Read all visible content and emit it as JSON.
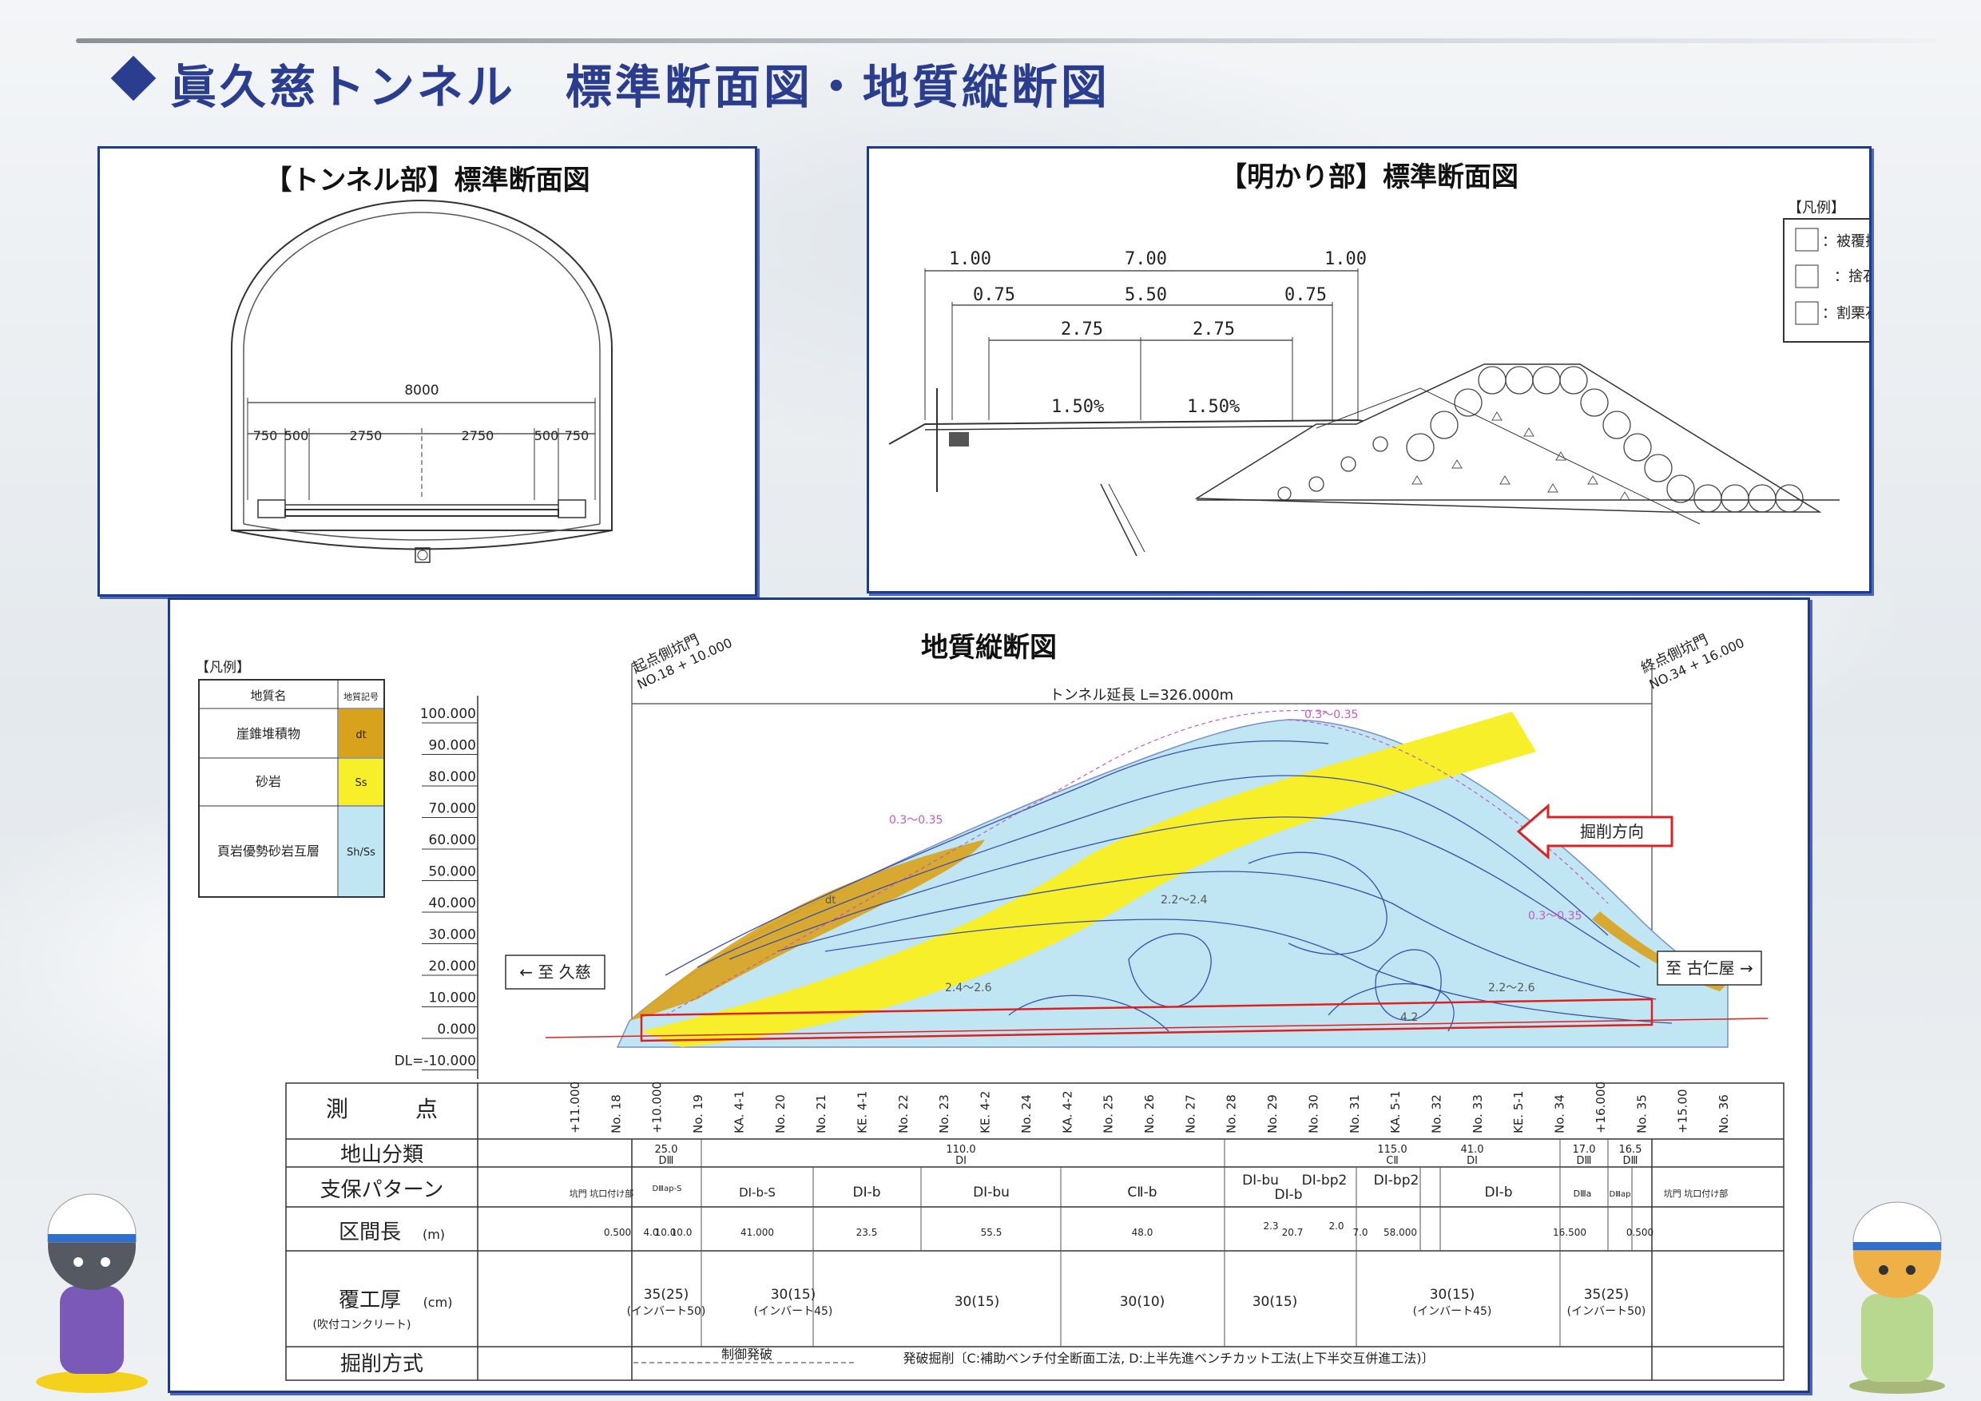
{
  "page_title": "眞久慈トンネル　標準断面図・地質縦断図",
  "tunnel_section": {
    "title": "【トンネル部】標準断面図",
    "width_total": "8000",
    "dims": [
      "750",
      "500",
      "2750",
      "2750",
      "500",
      "750"
    ]
  },
  "open_section": {
    "title": "【明かり部】標準断面図",
    "dims_row1": [
      "1.00",
      "7.00",
      "1.00"
    ],
    "dims_row2": [
      "0.75",
      "5.50",
      "0.75"
    ],
    "dims_row3": [
      "2.75",
      "2.75"
    ],
    "slopes": [
      "1.50%",
      "1.50%"
    ],
    "legend_title": "【凡例】",
    "legend": [
      "：被覆捨石",
      "：捨石",
      "：割栗石"
    ]
  },
  "geology": {
    "title": "地質縦断図",
    "legend_title": "【凡例】",
    "legend_headers": [
      "地質名",
      "地質記号"
    ],
    "legend_rows": [
      {
        "name": "崖錐堆積物",
        "symbol": "dt",
        "color": "#d9a21c"
      },
      {
        "name": "砂岩",
        "symbol": "Ss",
        "color": "#f7ef2a"
      },
      {
        "name": "頁岩優勢砂岩互層",
        "symbol": "Sh/Ss",
        "color": "#bfe6f2"
      }
    ],
    "y_ticks": [
      "100.000",
      "90.000",
      "80.000",
      "70.000",
      "60.000",
      "50.000",
      "40.000",
      "30.000",
      "20.000",
      "10.000",
      "0.000",
      "DL=-10.000"
    ],
    "start_portal": "起点側坑門",
    "start_station": "NO.18 + 10.000",
    "end_portal": "終点側坑門",
    "end_station": "NO.34 + 16.000",
    "tunnel_length": "トンネル延長 L=326.000m",
    "direction": "掘削方向",
    "to_left": "← 至 久慈",
    "to_right": "至 古仁屋 →",
    "layer_labels": [
      "dt",
      "0.3〜0.35",
      "0.3〜0.35",
      "0.3〜0.35",
      "2.2〜2.4",
      "2.4〜2.6",
      "2.2〜2.6",
      "4.2"
    ],
    "table": {
      "row_labels": [
        "測　　　点",
        "地山分類",
        "支保パターン",
        "区間長",
        "覆工厚",
        "掘削方式"
      ],
      "unit_m": "(m)",
      "unit_cm": "(cm)",
      "sub_label": "(吹付コンクリート)",
      "stations": [
        "+11.000",
        "No. 18",
        "+10.000",
        "No. 19",
        "KA. 4-1",
        "No. 20",
        "No. 21",
        "KE. 4-1",
        "No. 22",
        "No. 23",
        "KE. 4-2",
        "No. 24",
        "KA. 4-2",
        "No. 25",
        "No. 26",
        "No. 27",
        "No. 28",
        "No. 29",
        "No. 30",
        "No. 31",
        "KA. 5-1",
        "No. 32",
        "No. 33",
        "KE. 5-1",
        "No. 34",
        "+16.000",
        "No. 35",
        "+15.00",
        "No. 36"
      ],
      "ground_lengths": [
        "25.0",
        "110.0",
        "115.0",
        "41.0",
        "17.0",
        "16.5"
      ],
      "ground_classes": [
        "DⅢ",
        "DⅠ",
        "CⅡ",
        "DⅠ",
        "DⅢ",
        "DⅢ"
      ],
      "support": [
        "坑門 坑口付け部",
        "DⅢap-S",
        "DⅠ-b-S",
        "DⅠ-b",
        "DⅠ-bu",
        "CⅡ-b",
        "DⅠ-bu",
        "DⅠ-bp2",
        "DⅠ-b",
        "DⅠ-bp2",
        "DⅠ-b",
        "DⅢa",
        "DⅢap",
        "坑門 坑口付け部"
      ],
      "intervals": [
        "0.500",
        "4.0",
        "10.0",
        "10.0",
        "41.000",
        "23.5",
        "55.5",
        "48.0",
        "2.3",
        "20.7",
        "2.0",
        "7.0",
        "58.000",
        "16.500",
        "0.500"
      ],
      "lining": [
        "35(25)",
        "(インバート50)",
        "30(15)",
        "(インバート45)",
        "30(15)",
        "30(10)",
        "30(15)",
        "30(15)",
        "(インバート45)",
        "35(25)",
        "(インバート50)"
      ],
      "excavation": [
        "制御発破",
        "発破掘削〔C:補助ベンチ付全断面工法, D:上半先進ベンチカット工法(上下半交互併進工法)〕"
      ]
    }
  }
}
